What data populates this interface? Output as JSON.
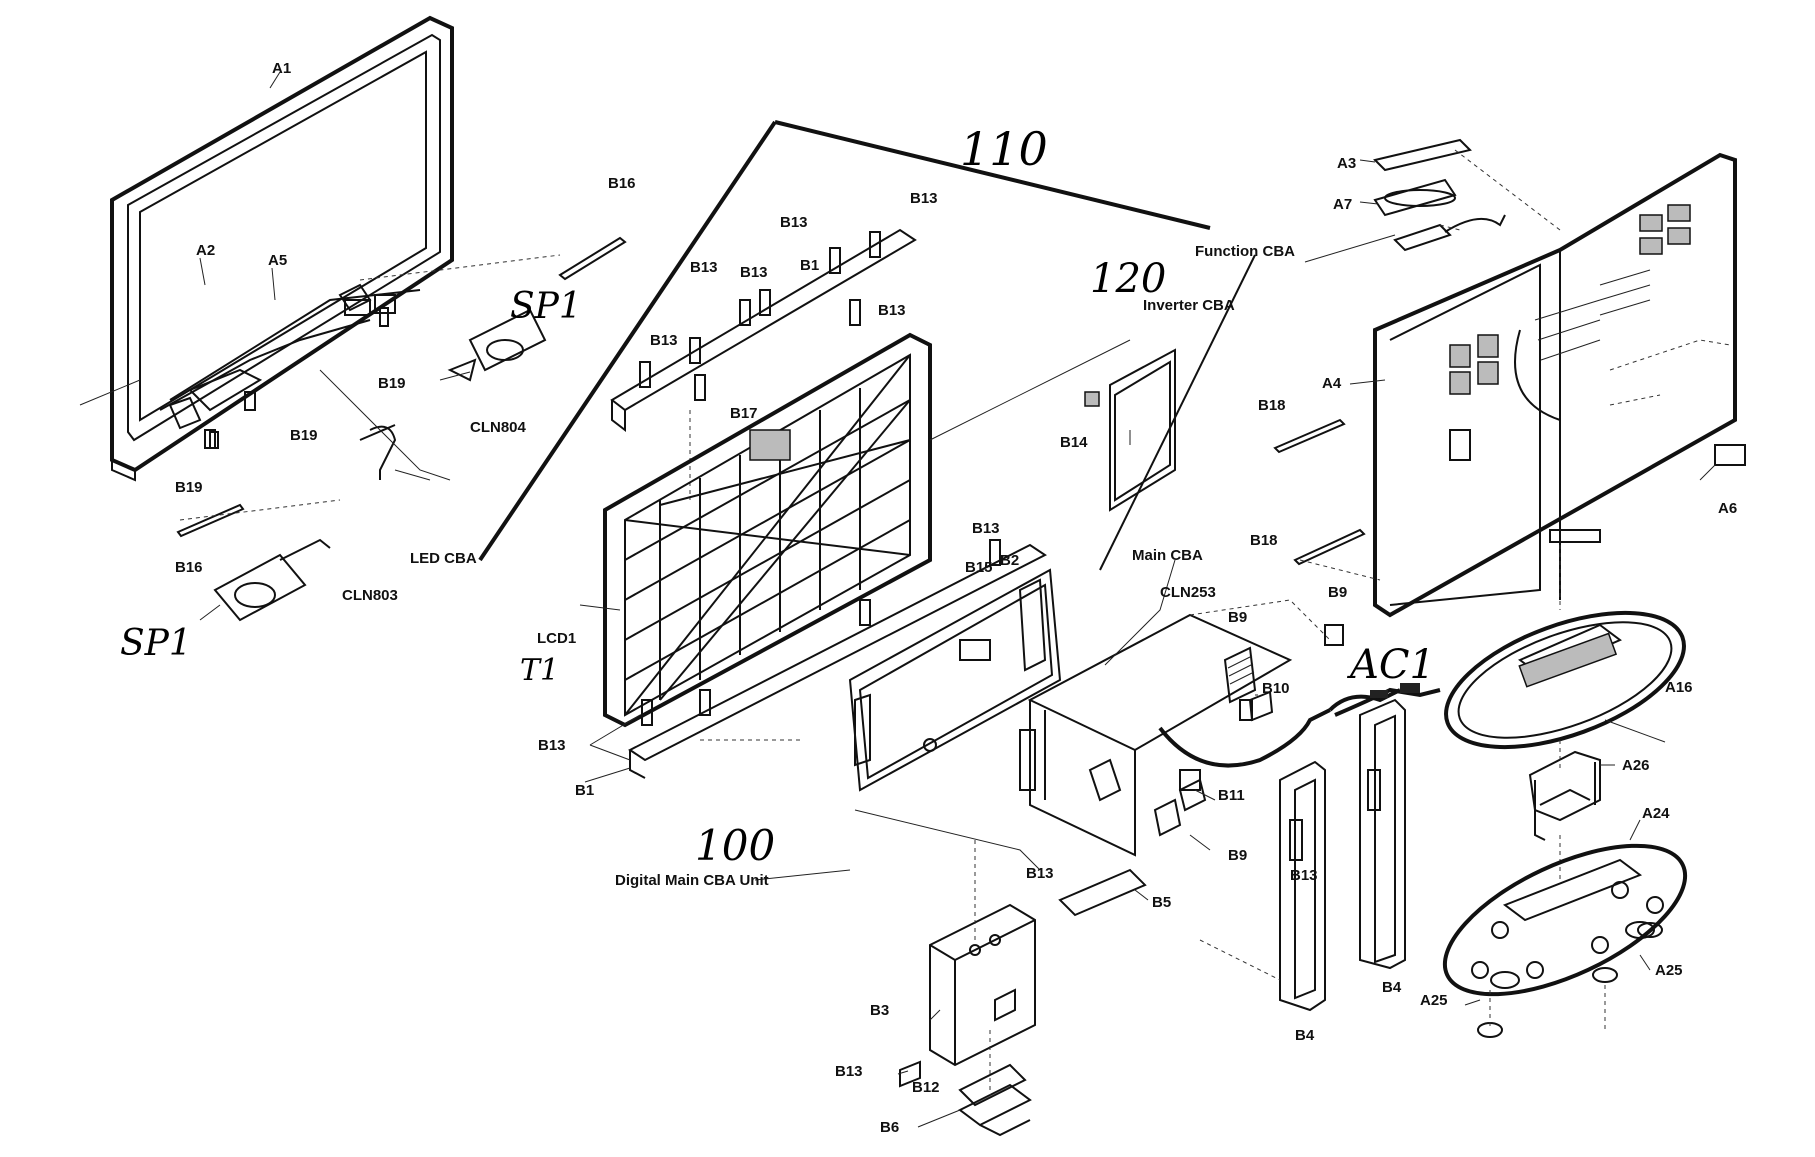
{
  "labels": {
    "A1": "A1",
    "A2": "A2",
    "A3": "A3",
    "A4": "A4",
    "A5": "A5",
    "A6": "A6",
    "A7": "A7",
    "A16": "A16",
    "A24": "A24",
    "A25": "A25",
    "A26": "A26",
    "B1": "B1",
    "B2": "B2",
    "B3": "B3",
    "B4": "B4",
    "B5": "B5",
    "B6": "B6",
    "B9": "B9",
    "B10": "B10",
    "B11": "B11",
    "B12": "B12",
    "B13": "B13",
    "B14": "B14",
    "B15": "B15",
    "B16": "B16",
    "B17": "B17",
    "B18": "B18",
    "B19": "B19",
    "CLN803": "CLN803",
    "CLN804": "CLN804",
    "CLN253": "CLN253",
    "LCD1": "LCD1",
    "function_cba": "Function CBA",
    "inverter_cba": "Inverter CBA",
    "main_cba": "Main CBA",
    "led_cba": "LED CBA",
    "digital_main_cba_unit": "Digital Main CBA Unit"
  },
  "handwritten": {
    "n110": "110",
    "n120": "120",
    "n100": "100",
    "sp1": "SP1",
    "t1": "T1",
    "ac1": "AC1"
  }
}
